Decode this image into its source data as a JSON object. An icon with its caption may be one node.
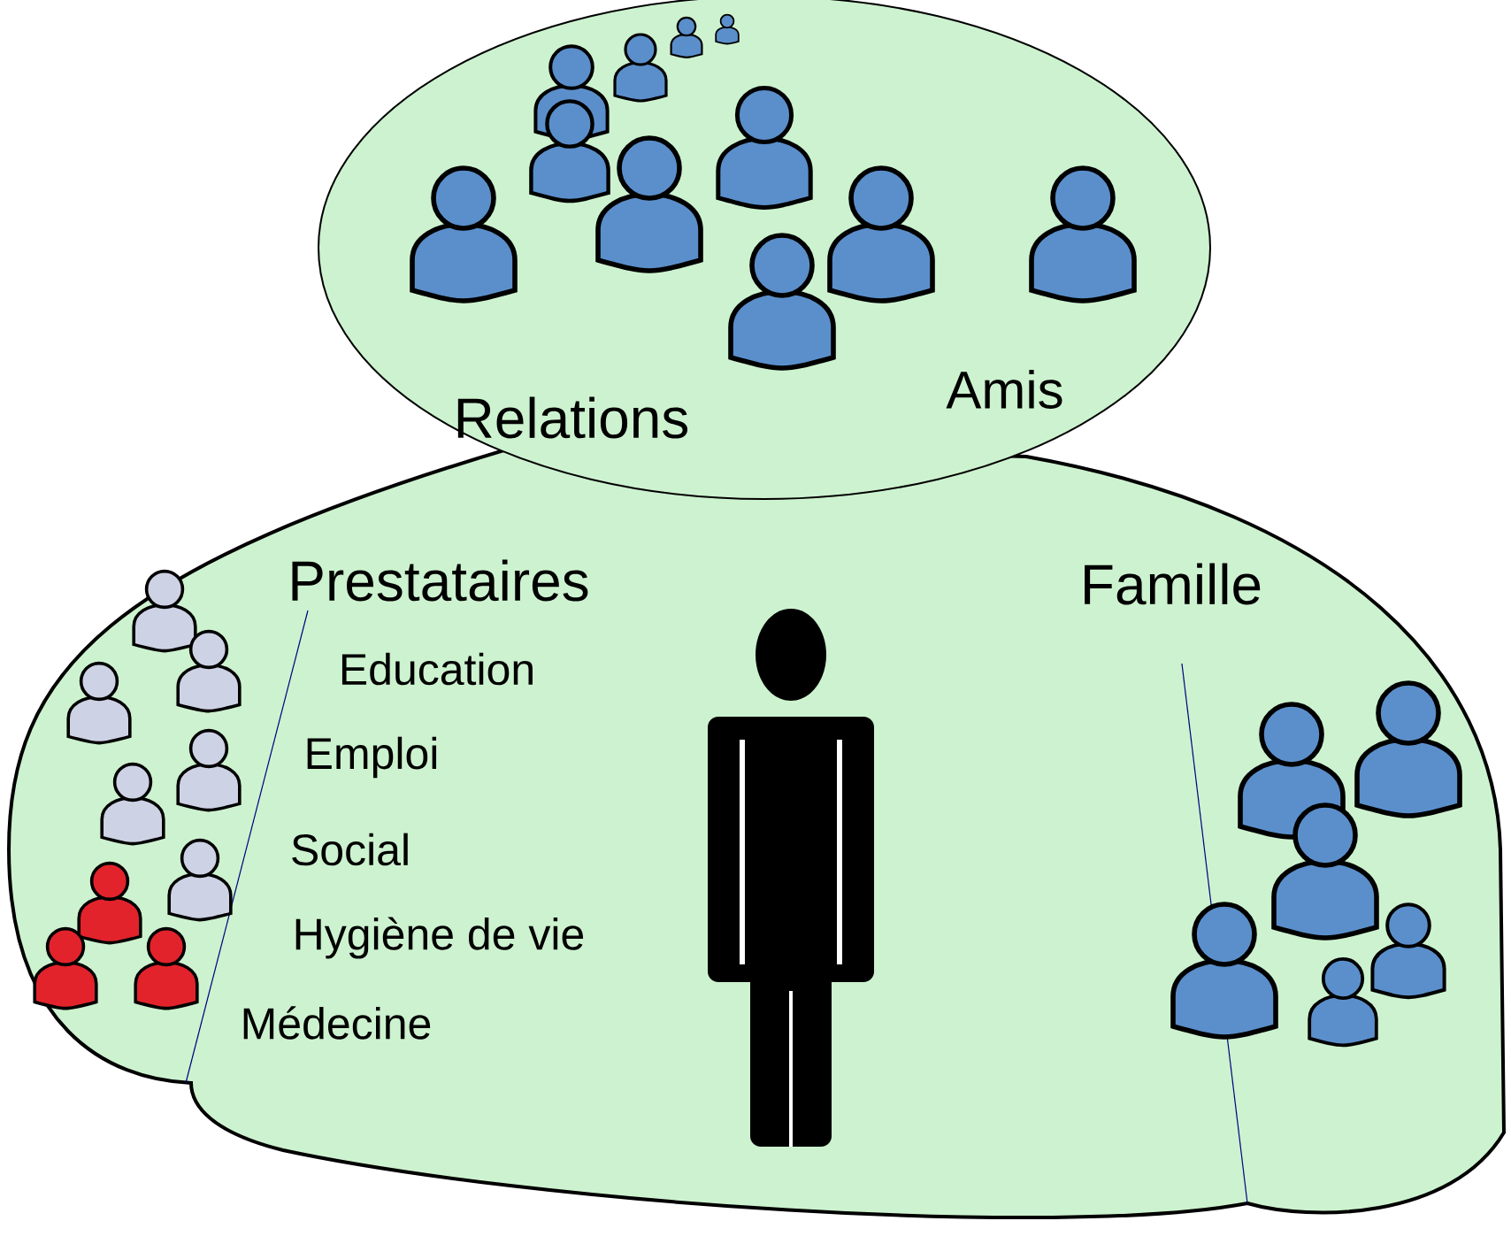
{
  "diagram": {
    "nodes": [
      {
        "text": [
          "Prestataires",
          "Education",
          "Emploi",
          "Social",
          "Hygiène de vie",
          "Médecine",
          "Famille"
        ]
      },
      {
        "text": [
          "Relations",
          "Amis"
        ]
      }
    ]
  }
}
